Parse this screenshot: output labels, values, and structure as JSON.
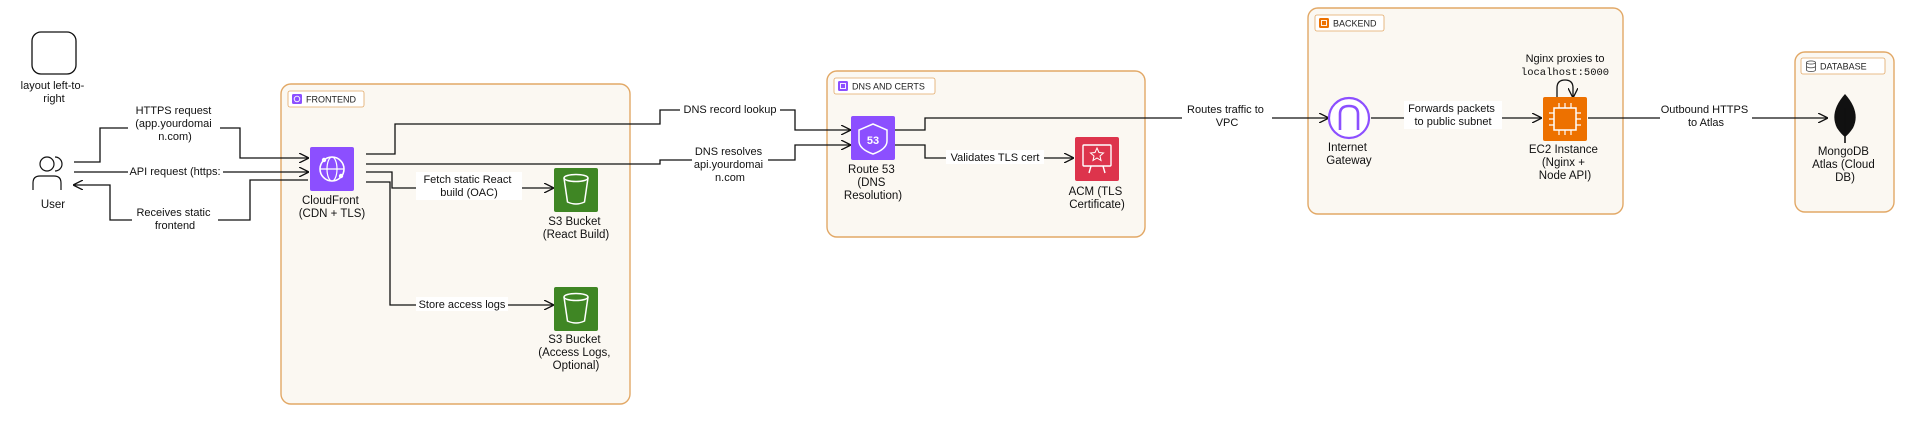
{
  "legend": {
    "label_lines": [
      "layout left-to-",
      "right"
    ]
  },
  "groups": {
    "frontend": {
      "title": "FRONTEND",
      "icon": "cloudfront-group-icon",
      "color": "#8c4fff"
    },
    "dns": {
      "title": "DNS AND CERTS",
      "icon": "dns-group-icon",
      "color": "#8c4fff"
    },
    "backend": {
      "title": "BACKEND",
      "icon": "ec2-group-icon",
      "color": "#ed7100"
    },
    "database": {
      "title": "DATABASE",
      "icon": "database-icon",
      "color": "#666666"
    }
  },
  "nodes": {
    "user": {
      "lines": [
        "User"
      ],
      "icon": "user-icon"
    },
    "cloudfront": {
      "lines": [
        "CloudFront",
        "(CDN + TLS)"
      ],
      "icon": "cloudfront-icon",
      "color": "#8c4fff"
    },
    "s3_react": {
      "lines": [
        "S3 Bucket",
        "(React Build)"
      ],
      "icon": "s3-bucket-icon",
      "color": "#3f8624"
    },
    "s3_logs": {
      "lines": [
        "S3 Bucket",
        "(Access Logs,",
        "Optional)"
      ],
      "icon": "s3-bucket-icon",
      "color": "#3f8624"
    },
    "route53": {
      "lines": [
        "Route 53",
        "(DNS",
        "Resolution)"
      ],
      "icon": "route53-icon",
      "badge": "53",
      "color": "#8c4fff"
    },
    "acm": {
      "lines": [
        "ACM (TLS",
        "Certificate)"
      ],
      "icon": "acm-certificate-icon",
      "color": "#dd344c"
    },
    "igw": {
      "lines": [
        "Internet",
        "Gateway"
      ],
      "icon": "internet-gateway-icon",
      "color": "#8c4fff"
    },
    "ec2": {
      "lines": [
        "EC2 Instance",
        "(Nginx +",
        "Node API)"
      ],
      "icon": "ec2-chip-icon",
      "color": "#ed7100"
    },
    "mongodb": {
      "lines": [
        "MongoDB",
        "Atlas (Cloud",
        "DB)"
      ],
      "icon": "mongodb-leaf-icon"
    }
  },
  "edges": {
    "https_request": [
      "HTTPS request",
      "(app.yourdomai",
      "n.com)"
    ],
    "api_request": [
      "API request (https:"
    ],
    "receives_static": [
      "Receives static",
      "frontend"
    ],
    "fetch_static": [
      "Fetch static React",
      "build (OAC)"
    ],
    "store_logs": [
      "Store access logs"
    ],
    "dns_lookup": [
      "DNS record lookup"
    ],
    "dns_resolves": [
      "DNS resolves",
      "api.yourdomai",
      "n.com"
    ],
    "validates_tls": [
      "Validates TLS cert"
    ],
    "routes_traffic": [
      "Routes traffic to",
      "VPC"
    ],
    "forwards_packets": [
      "Forwards packets",
      "to public subnet"
    ],
    "nginx_proxies": [
      "Nginx proxies to",
      "localhost:5000"
    ],
    "outbound_https": [
      "Outbound HTTPS",
      "to Atlas"
    ]
  }
}
